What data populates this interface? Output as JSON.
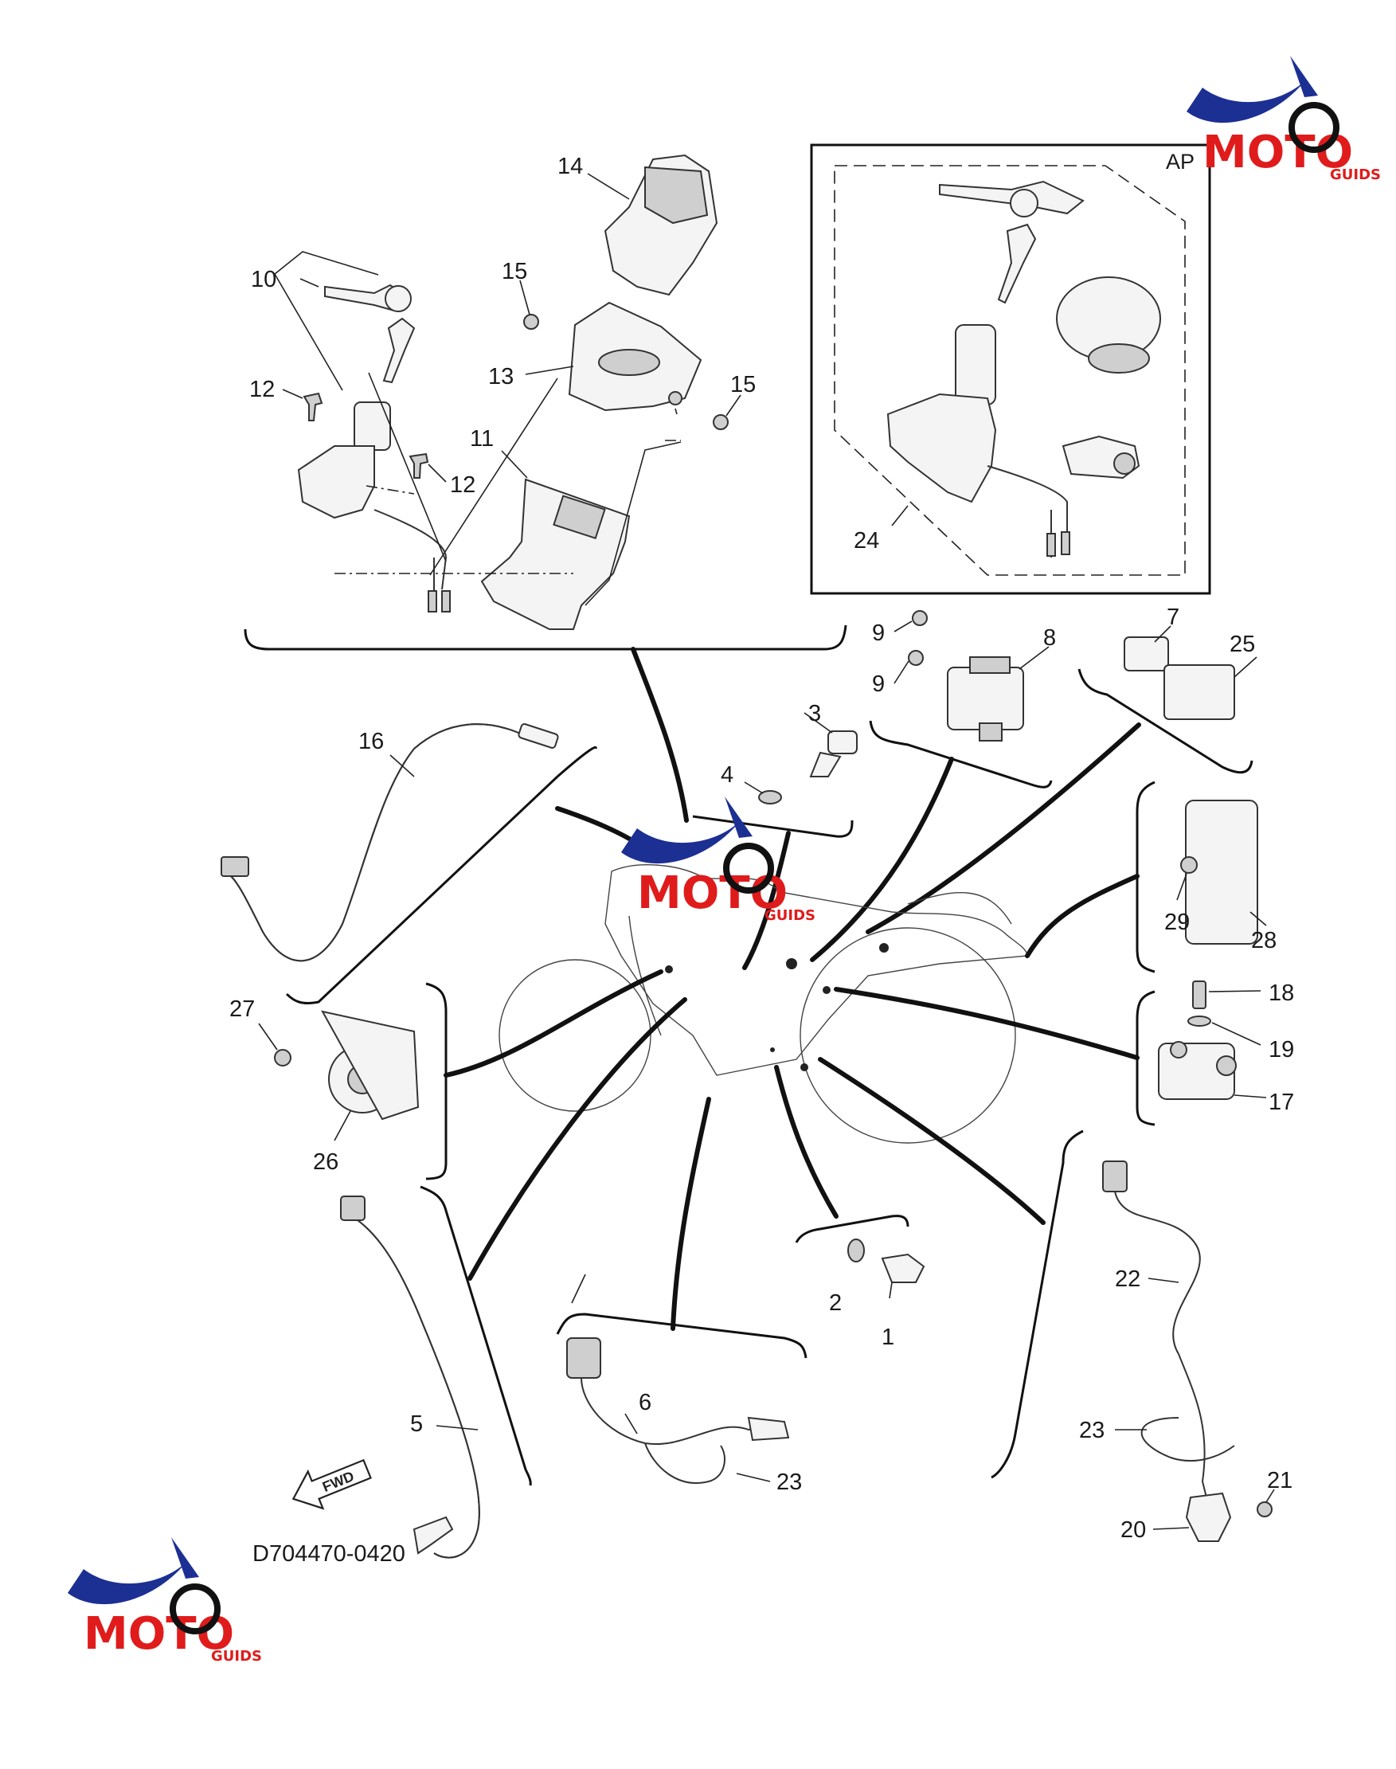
{
  "diagram": {
    "code": "D704470-0420",
    "fwd_label": "FWD",
    "ap_label": "AP",
    "callouts": [
      "1",
      "2",
      "3",
      "4",
      "5",
      "6",
      "7",
      "8",
      "9",
      "9",
      "10",
      "11",
      "12",
      "12",
      "13",
      "14",
      "15",
      "15",
      "16",
      "17",
      "18",
      "19",
      "20",
      "21",
      "22",
      "23",
      "23",
      "24",
      "25",
      "26",
      "27",
      "28",
      "29"
    ]
  },
  "watermark": {
    "brand": "MOTO",
    "suffix": "GUIDS"
  },
  "colors": {
    "line": "#1a1a1a",
    "logo_blue": "#1c2f93",
    "logo_red": "#e01b1b",
    "logo_black": "#111111"
  }
}
